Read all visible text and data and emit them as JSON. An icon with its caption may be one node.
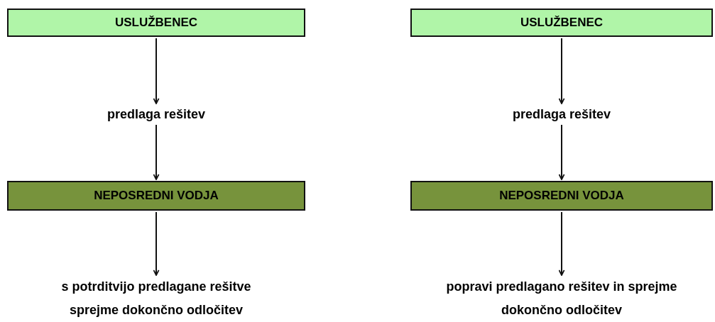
{
  "diagram": {
    "nodes": [
      {
        "text": [
          "USLUŽBENEC"
        ]
      },
      {
        "text": [
          "predlaga rešitev"
        ]
      },
      {
        "text": [
          "NEPOSREDNI VODJA"
        ]
      },
      {
        "text": [
          "s potrditvijo predlagane rešitve sprejme dokončno odločitev"
        ]
      },
      {
        "text": [
          "USLUŽBENEC"
        ]
      },
      {
        "text": [
          "predlaga rešitev"
        ]
      },
      {
        "text": [
          "NEPOSREDNI VODJA"
        ]
      },
      {
        "text": [
          "popravi predlagano rešitev in sprejme dokončno odločitev"
        ]
      }
    ],
    "edges": [
      {
        "from": 0,
        "to": 1,
        "arrow": "to"
      },
      {
        "from": 1,
        "to": 2,
        "arrow": "to"
      },
      {
        "from": 2,
        "to": 3,
        "arrow": "to"
      },
      {
        "from": 4,
        "to": 5,
        "arrow": "to"
      },
      {
        "from": 5,
        "to": 6,
        "arrow": "to"
      },
      {
        "from": 6,
        "to": 7,
        "arrow": "to"
      }
    ]
  }
}
